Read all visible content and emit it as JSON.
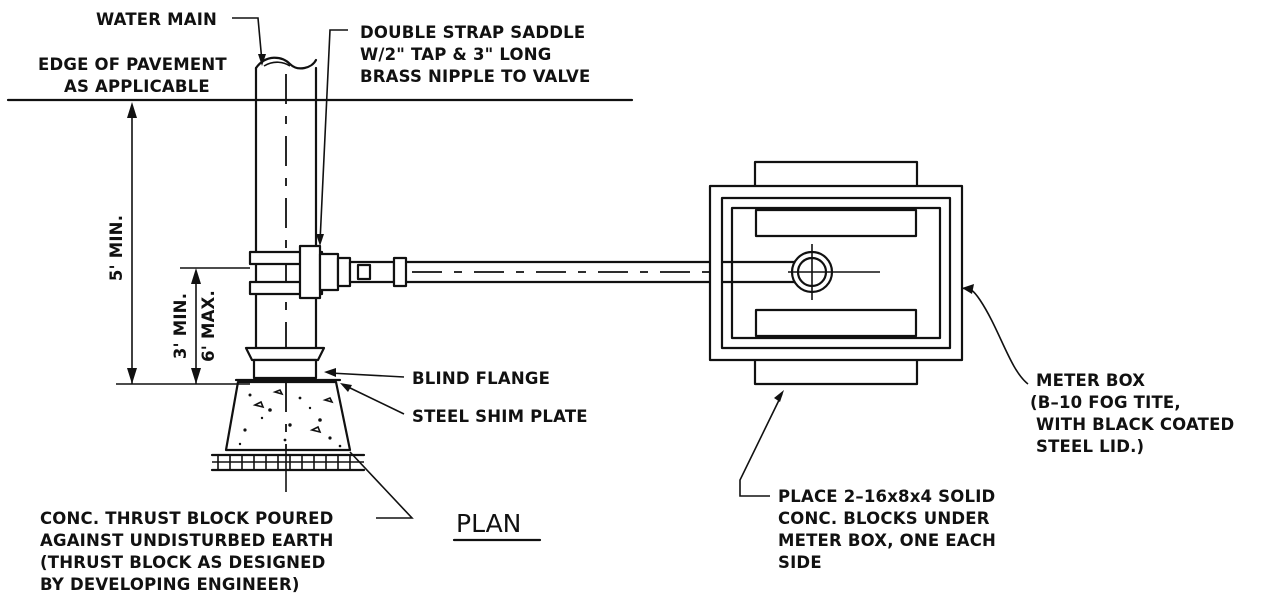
{
  "labels": {
    "water_main": "WATER MAIN",
    "edge_line1": "EDGE OF PAVEMENT",
    "edge_line2": "AS APPLICABLE",
    "saddle_line1": "DOUBLE STRAP SADDLE",
    "saddle_line2": "W/2\" TAP & 3\" LONG",
    "saddle_line3": "BRASS NIPPLE TO VALVE",
    "dim_5min": "5' MIN.",
    "dim_3min": "3' MIN.",
    "dim_6max": "6' MAX.",
    "blind_flange": "BLIND FLANGE",
    "steel_shim": "STEEL SHIM PLATE",
    "thrust_line1": "CONC. THRUST BLOCK POURED",
    "thrust_line2": "AGAINST UNDISTURBED EARTH",
    "thrust_line3": "(THRUST BLOCK AS DESIGNED",
    "thrust_line4": "BY DEVELOPING ENGINEER)",
    "plan_title": "PLAN",
    "meter_line1": "METER BOX",
    "meter_line2": "(B–10 FOG TITE,",
    "meter_line3": "WITH BLACK COATED",
    "meter_line4": "STEEL LID.)",
    "blocks_line1": "PLACE 2–16x8x4 SOLID",
    "blocks_line2": "CONC. BLOCKS UNDER",
    "blocks_line3": "METER BOX, ONE EACH",
    "blocks_line4": "SIDE"
  },
  "colors": {
    "ink": "#111111",
    "paper": "#ffffff"
  }
}
